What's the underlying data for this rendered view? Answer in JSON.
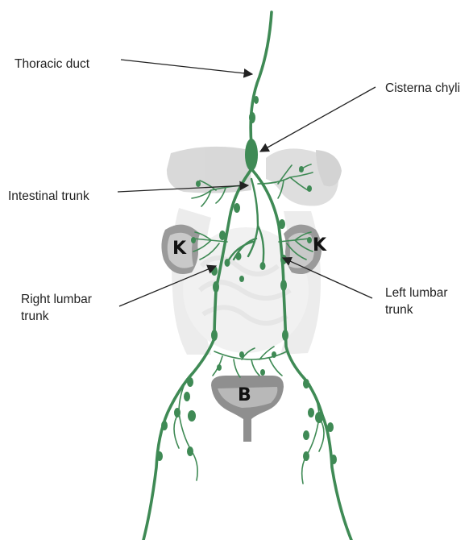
{
  "labels": {
    "thoracic_duct": "Thoracic duct",
    "cisterna_chyli": "Cisterna chyli",
    "intestinal_trunk": "Intestinal trunk",
    "right_lumbar_line1": "Right lumbar",
    "right_lumbar_line2": "trunk",
    "left_lumbar_line1": "Left lumbar",
    "left_lumbar_line2": "trunk"
  },
  "organs": {
    "kidney_left": "K",
    "kidney_right": "K",
    "bladder": "B"
  },
  "colors": {
    "lymph": "#3f8a55",
    "organ": "#c8c8c8",
    "organ_light": "#e6e6e6",
    "arrow": "#222222"
  }
}
